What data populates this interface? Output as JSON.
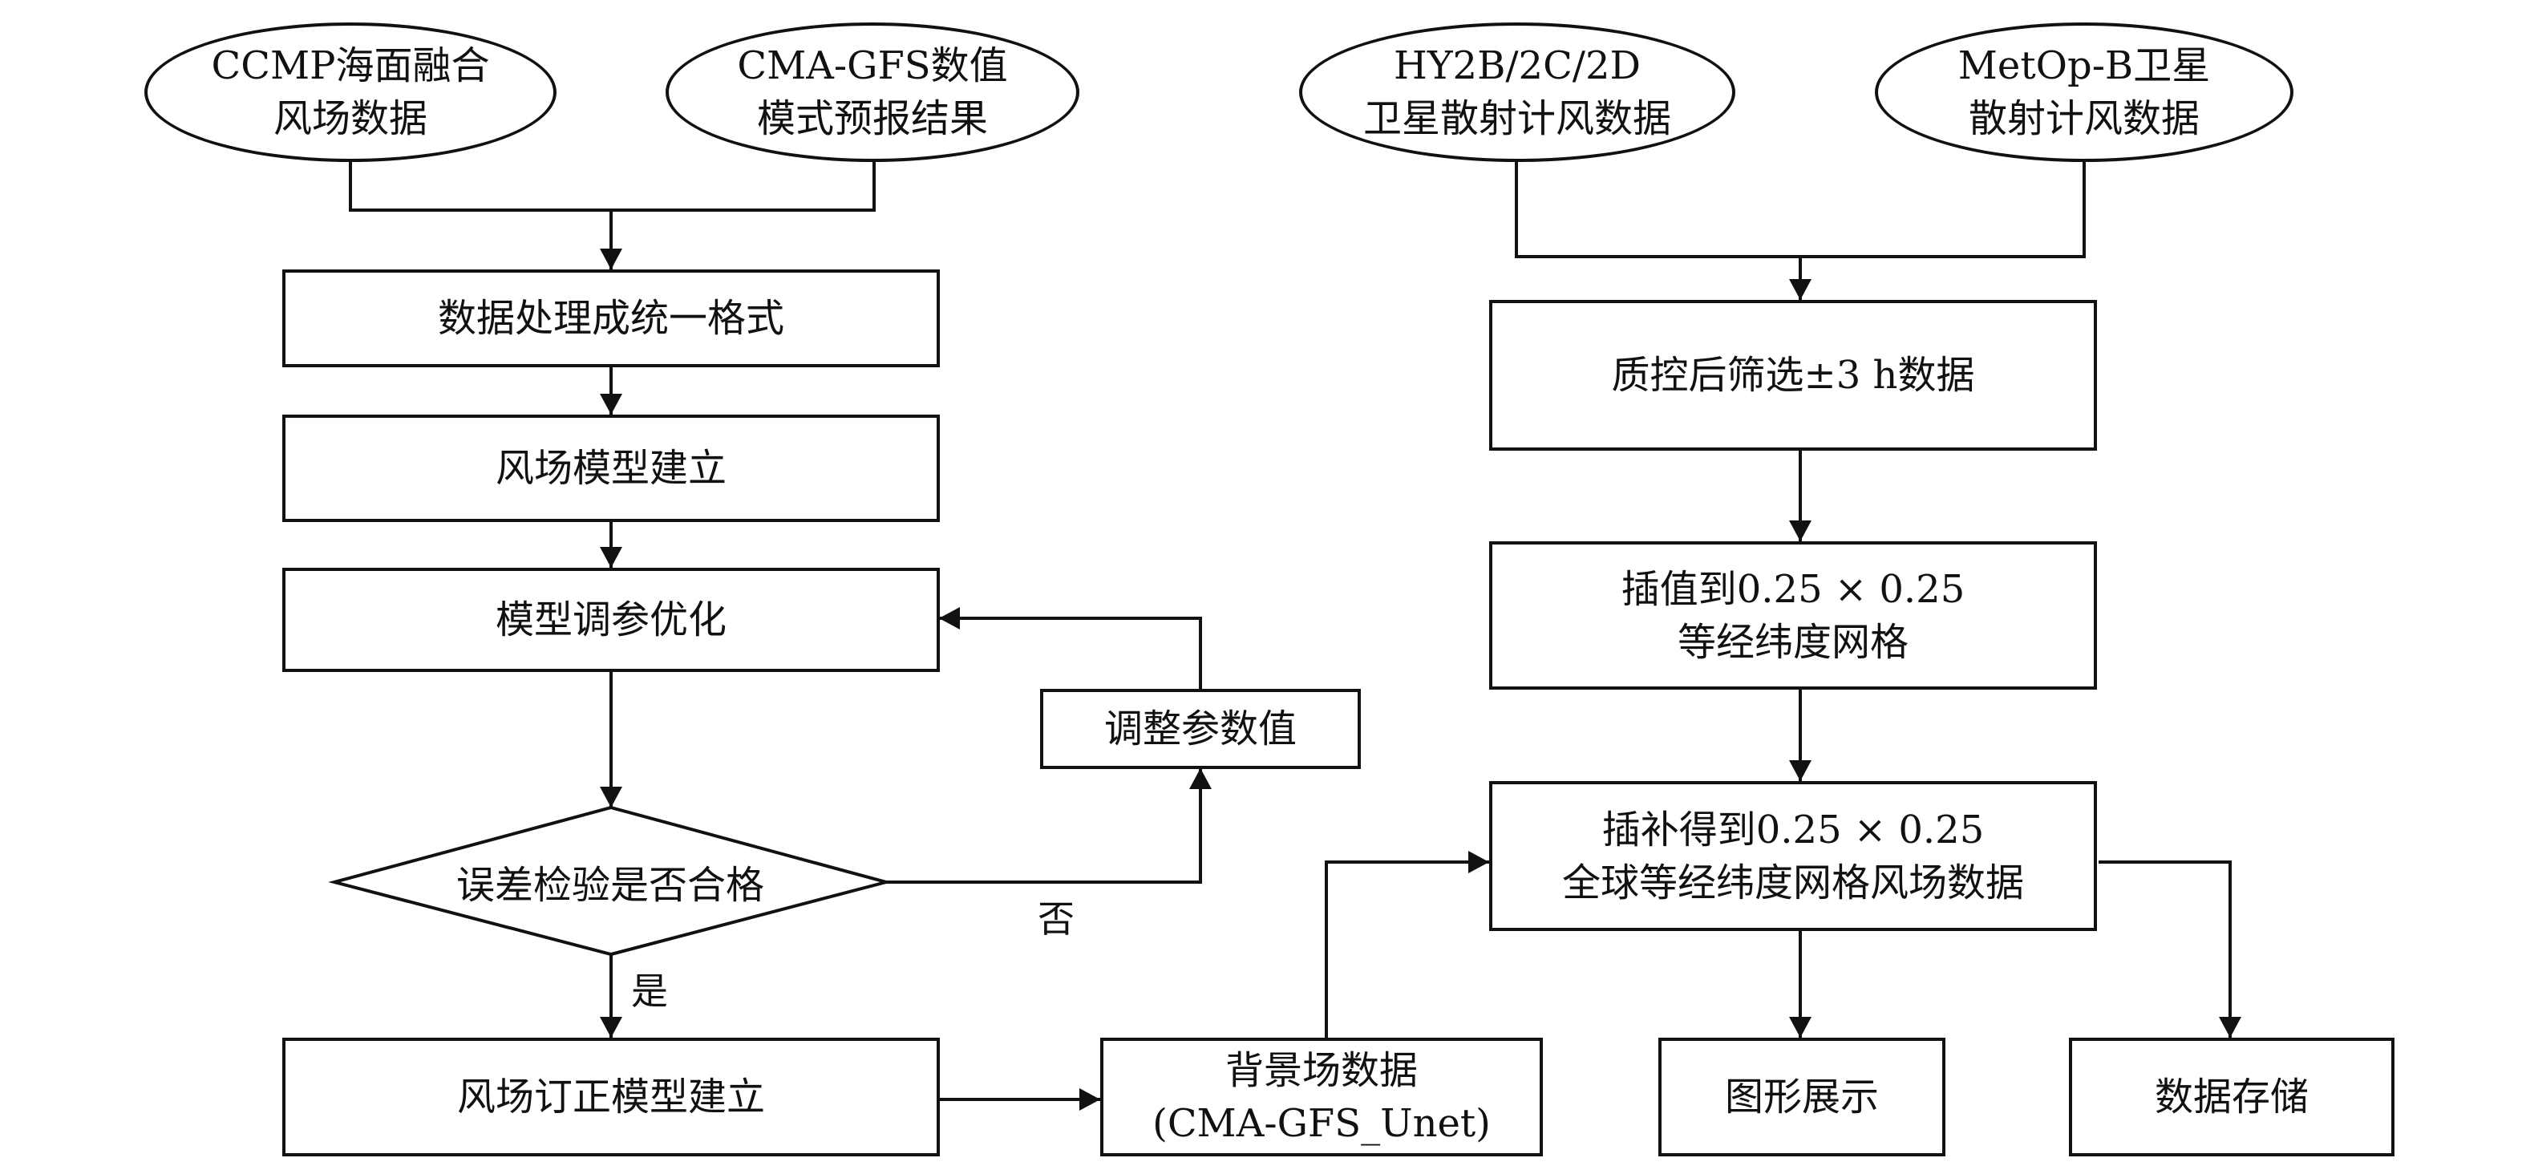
{
  "nodes": {
    "ccmp": [
      "CCMP海面融合",
      "风场数据"
    ],
    "cmagfs": [
      "CMA-GFS数值",
      "模式预报结果"
    ],
    "hy2b": [
      "HY2B/2C/2D",
      "卫星散射计风数据"
    ],
    "metop": [
      "MetOp-B卫星",
      "散射计风数据"
    ],
    "process": "数据处理成统一格式",
    "build_model": "风场模型建立",
    "tune": "模型调参优化",
    "adjust": "调整参数值",
    "check": "误差检验是否合格",
    "correct_model": "风场订正模型建立",
    "background": [
      "背景场数据",
      "(CMA-GFS_Unet)"
    ],
    "qc": "质控后筛选±3 h数据",
    "interp": [
      "插值到0.25 × 0.25",
      "等经纬度网格"
    ],
    "fill": [
      "插补得到0.25 × 0.25",
      "全球等经纬度网格风场数据"
    ],
    "display": "图形展示",
    "storage": "数据存储"
  },
  "labels": {
    "yes": "是",
    "no": "否"
  }
}
